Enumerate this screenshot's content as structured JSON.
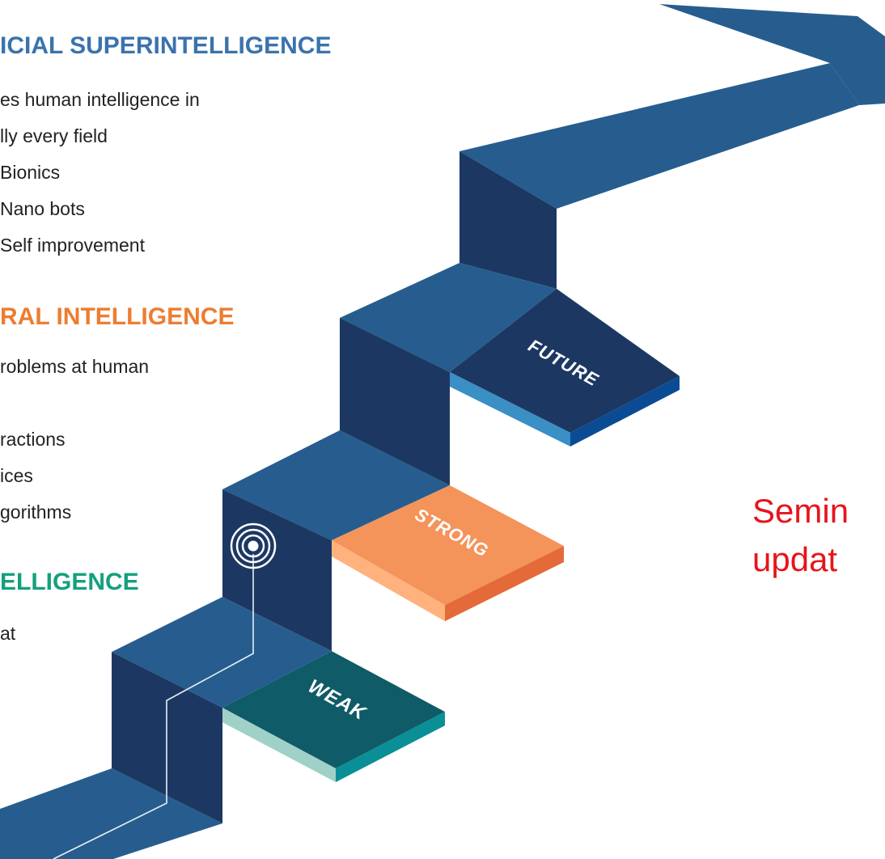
{
  "colors": {
    "asi": "#3a73ad",
    "agi": "#ed7d31",
    "ani": "#14a07d",
    "red": "#e8141b",
    "step_top": "#265d8e",
    "step_front": "#1c3862"
  },
  "asi": {
    "heading": "ICIAL SUPERINTELLIGENCE",
    "lines": [
      "es human intelligence in",
      "lly every field",
      "Bionics",
      "Nano bots",
      "Self improvement"
    ]
  },
  "agi": {
    "heading": "RAL INTELLIGENCE",
    "lines": [
      "roblems at human",
      "ractions",
      "ices",
      "gorithms"
    ]
  },
  "ani": {
    "heading": "ELLIGENCE",
    "lines": [
      "at"
    ]
  },
  "steps": {
    "future": "FUTURE",
    "strong": "STRONG",
    "weak": "WEAK"
  },
  "side_note": [
    "Semin",
    "updat"
  ],
  "icons": [
    "target-icon"
  ]
}
